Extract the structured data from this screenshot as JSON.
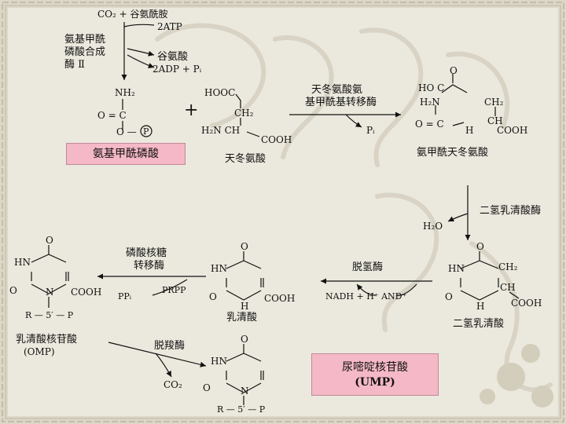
{
  "colors": {
    "slide_bg": "#ebe8dd",
    "frame": "#e6e2d6",
    "highlight": "#f5b8c6",
    "ink": "#111111"
  },
  "step1": {
    "reactants": "CO₂ + 谷氨酰胺",
    "atp": "2ATP",
    "enzyme_line1": "氨基甲酰",
    "enzyme_line2": "磷酸合成",
    "enzyme_line3": "酶 Ⅱ",
    "by_glu": "谷氨酸",
    "by_adp": "2ADP + Pᵢ"
  },
  "carbamoyl_phosphate": {
    "nh2": "NH₂",
    "row_c": "O = C",
    "row_o": "O —",
    "phosphate": "P",
    "name": "氨基甲酰磷酸"
  },
  "plus": "+",
  "aspartate": {
    "hooc": "HOOC",
    "ch2": "CH₂",
    "h2n_ch": "H₂N    CH",
    "cooh": "COOH",
    "name": "天冬氨酸"
  },
  "step2": {
    "enzyme_line1": "天冬氨酸氨",
    "enzyme_line2": "基甲酰基转移酶",
    "byproduct": "Pᵢ"
  },
  "carbamoyl_aspartate": {
    "o_top": "O",
    "ho_c": "HO    C",
    "ch2": "CH₂",
    "h2n": "H₂N",
    "ch": "CH",
    "o_c": "O = C",
    "h": "H",
    "cooh": "COOH",
    "name": "氨甲酰天冬氨酸"
  },
  "step3": {
    "enzyme": "二氢乳清酸酶",
    "byproduct": "H₂O"
  },
  "dihydroorotate": {
    "o_top": "O",
    "hn": "HN",
    "ch2": "CH₂",
    "o_c": "O",
    "ch": "CH",
    "h": "H",
    "cooh": "COOH",
    "name": "二氢乳清酸"
  },
  "step4": {
    "enzyme": "脱氢酶",
    "cofactors": "NADH + H⁺   AND⁺"
  },
  "orotate": {
    "o_top": "O",
    "hn": "HN",
    "o_b": "O",
    "h": "H",
    "cooh": "COOH",
    "name": "乳清酸"
  },
  "step5": {
    "enzyme_line1": "磷酸核糖",
    "enzyme_line2": "转移酶",
    "prpp": "PRPP",
    "ppi": "PPᵢ"
  },
  "omp": {
    "o_top": "O",
    "hn": "HN",
    "o_b": "O",
    "n": "N",
    "cooh": "COOH",
    "ribose": "R — 5′ — P",
    "name_line1": "乳清酸核苷酸",
    "name_line2": "(OMP)"
  },
  "step6": {
    "enzyme": "脱羧酶",
    "byproduct": "CO₂"
  },
  "ump": {
    "o_top": "O",
    "hn": "HN",
    "o_b": "O",
    "n": "N",
    "ribose": "R — 5′ — P",
    "name_line1": "尿嘧啶核苷酸",
    "name_line2": "(UMP)"
  }
}
